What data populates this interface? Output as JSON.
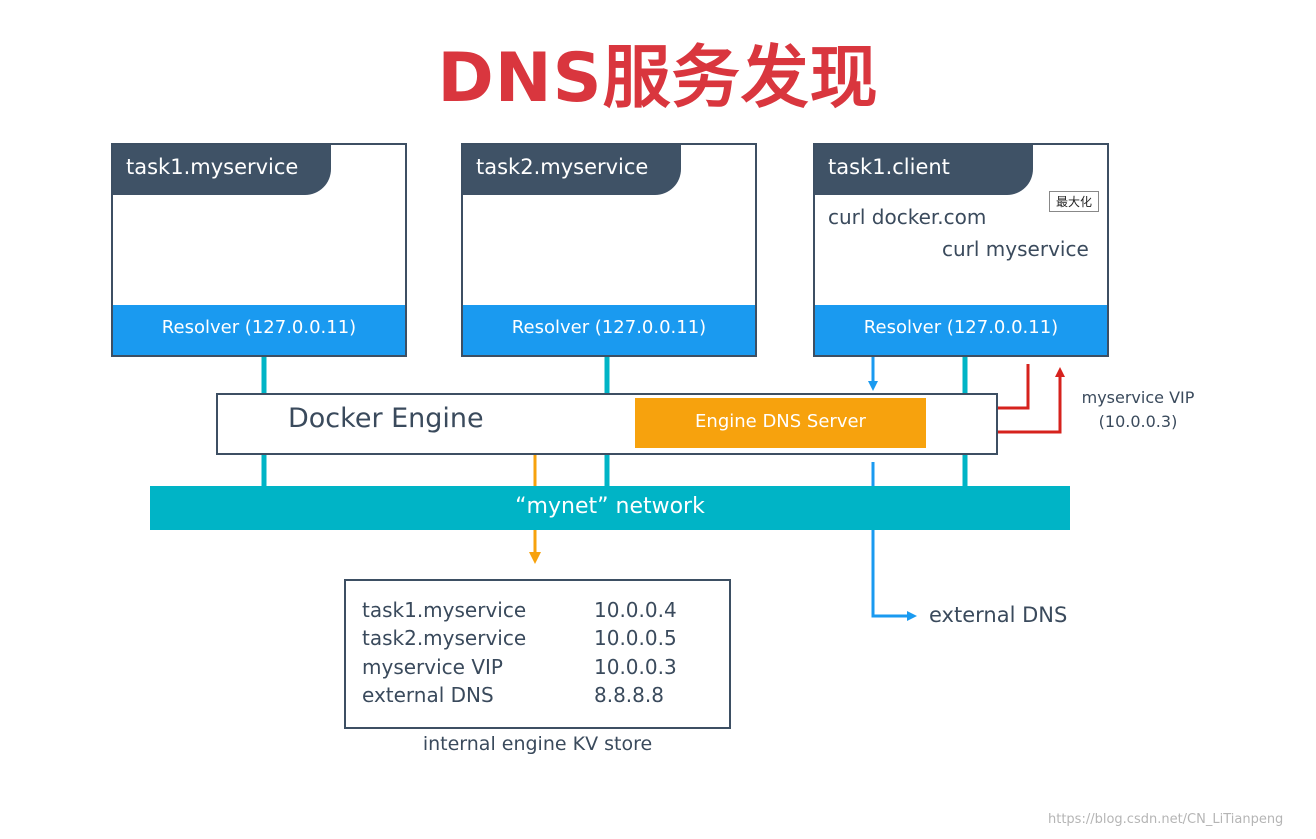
{
  "title": "DNS服务发现",
  "tasks": [
    {
      "name": "task1.myservice",
      "resolver": "Resolver (127.0.0.11)"
    },
    {
      "name": "task2.myservice",
      "resolver": "Resolver (127.0.0.11)"
    },
    {
      "name": "task1.client",
      "resolver": "Resolver (127.0.0.11)"
    }
  ],
  "client": {
    "curl_docker": "curl docker.com",
    "curl_myservice": "curl myservice"
  },
  "maximize_label": "最大化",
  "engine": {
    "label": "Docker Engine",
    "dns_server": "Engine DNS Server"
  },
  "vip": {
    "line1": "myservice VIP",
    "line2": "(10.0.0.3)"
  },
  "network": "“mynet” network",
  "external_dns": "external DNS",
  "kv_store": {
    "caption": "internal engine KV store",
    "rows": [
      {
        "name": "task1.myservice",
        "ip": "10.0.0.4"
      },
      {
        "name": "task2.myservice",
        "ip": "10.0.0.5"
      },
      {
        "name": "myservice VIP",
        "ip": "10.0.0.3"
      },
      {
        "name": "external DNS",
        "ip": "8.8.8.8"
      }
    ]
  },
  "watermark": "https://blog.csdn.net/CN_LiTianpeng",
  "colors": {
    "title": "#d9363e",
    "task_header": "#3f5266",
    "resolver": "#1a9af0",
    "dns_server": "#f7a20d",
    "network": "#00b4c6",
    "arrow_red": "#d6221d",
    "arrow_blue": "#1a9af0",
    "arrow_orange": "#f7a20d"
  }
}
